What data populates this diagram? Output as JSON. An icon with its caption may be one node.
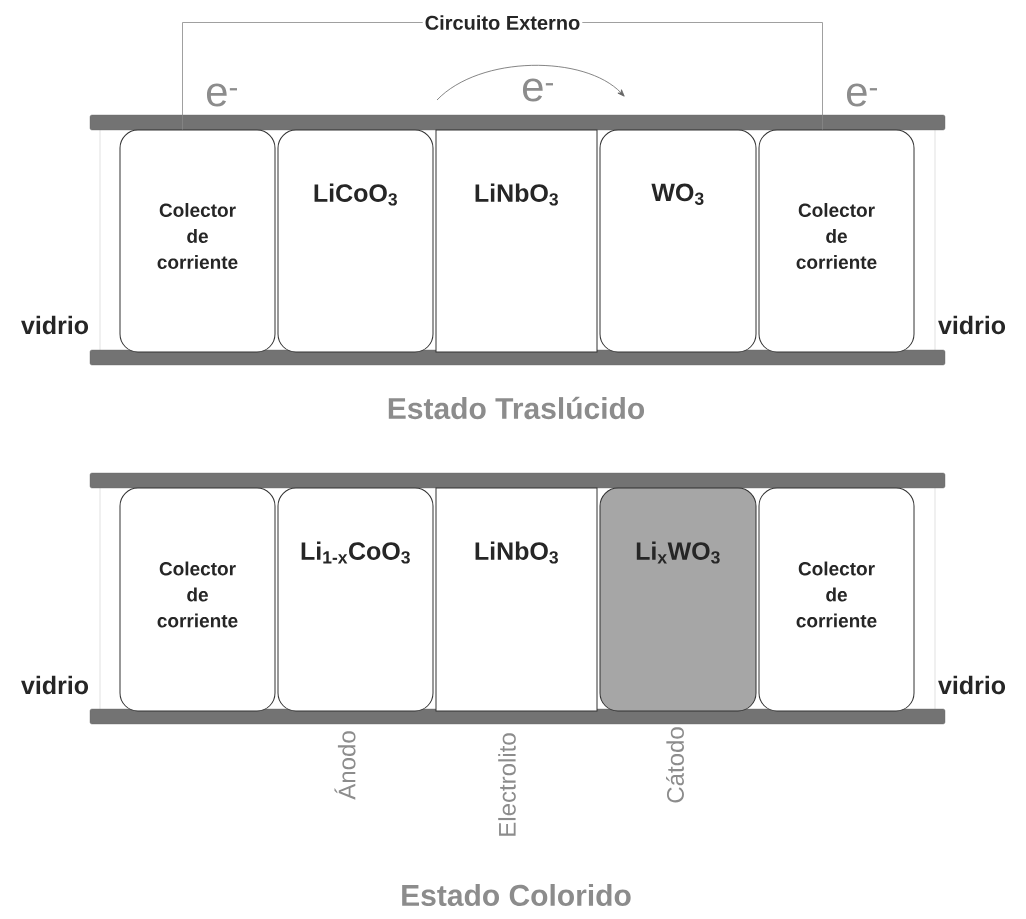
{
  "diagram": {
    "nodes": [
      {
        "text": [
          "Colector de corriente"
        ]
      },
      {
        "text": [
          "LiCoO$_{3}$"
        ]
      },
      {
        "text": [
          "LiNbO$_{3}$"
        ]
      },
      {
        "text": [
          "WO$_{3}$"
        ]
      },
      {
        "text": [
          "Colector de corriente"
        ]
      },
      {
        "text": [
          "Colector de corriente"
        ]
      },
      {
        "text": [
          "Li$_{1-x}$CoO$_{3}$"
        ],
        "beside": [
          "Ánodo"
        ]
      },
      {
        "text": [
          "LiNbO$_{3}$"
        ],
        "beside": [
          "Electrolito"
        ]
      },
      {
        "text": [
          "Li$_{x}$WO$_{3}$"
        ],
        "beside": [
          "Cátodo"
        ]
      },
      {
        "text": [
          "Colector de corriente"
        ]
      }
    ],
    "edges": [
      {
        "from": 0,
        "to": 4,
        "arrow": "none",
        "label": "Circuito Externo",
        "color": "#888888"
      }
    ],
    "labels": [
      "e$^{-}$",
      "e$^{-}$",
      "e$^{-}$",
      "vidrio",
      "vidrio",
      "Estado Traslúcido",
      "vidrio",
      "vidrio",
      "Estado Colorido"
    ]
  }
}
